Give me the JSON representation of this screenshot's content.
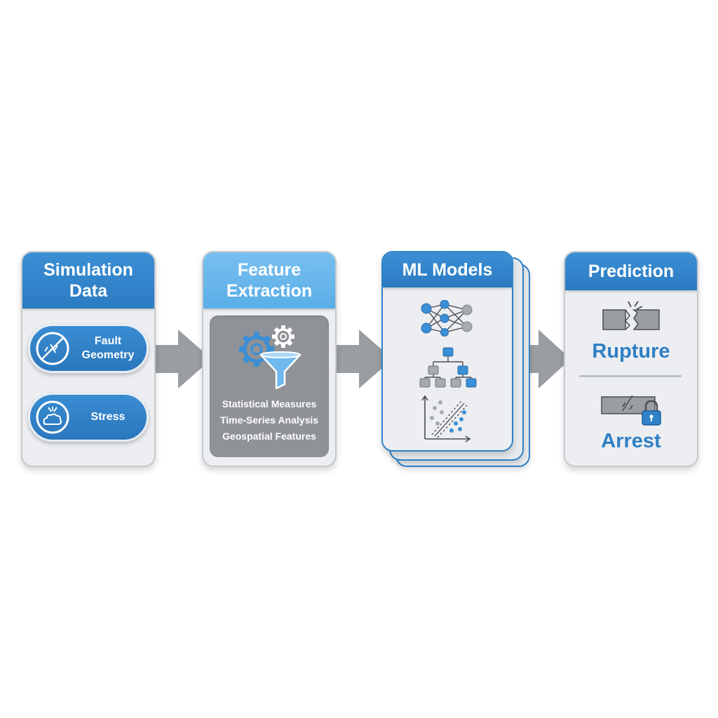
{
  "colors": {
    "primary_blue": "#2f82c8",
    "light_blue": "#62b3ea",
    "panel_gray": "#eceef1",
    "arrow_gray": "#9a9da1",
    "inner_gray": "#8f9296"
  },
  "panels": {
    "simulation": {
      "title": "Simulation Data",
      "items": [
        {
          "label": "Fault Geometry",
          "icon": "fault-geometry-icon"
        },
        {
          "label": "Stress",
          "icon": "stress-icon"
        }
      ]
    },
    "feature": {
      "title": "Feature Extraction",
      "icon": "gears-funnel-icon",
      "items": [
        "Statistical Measures",
        "Time-Series Analysis",
        "Geospatial Features"
      ]
    },
    "ml": {
      "title": "ML Models",
      "icons": [
        "neural-network-icon",
        "decision-tree-icon",
        "scatter-plot-icon"
      ]
    },
    "prediction": {
      "title": "Prediction",
      "outcomes": [
        {
          "label": "Rupture",
          "icon": "broken-fault-icon"
        },
        {
          "label": "Arrest",
          "icon": "locked-fault-icon"
        }
      ]
    }
  }
}
